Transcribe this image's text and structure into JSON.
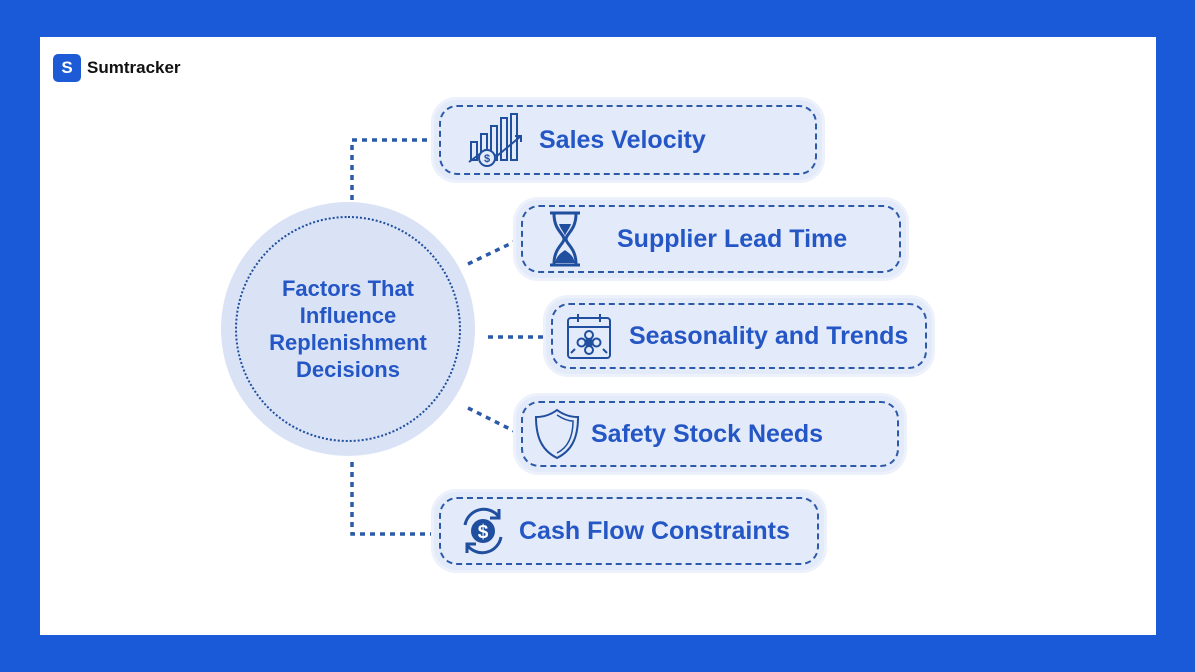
{
  "brand": {
    "name": "Sumtracker",
    "mark": "S"
  },
  "hub": {
    "title": "Factors That Influence Replenishment Decisions"
  },
  "factors": [
    {
      "label": "Sales Velocity",
      "icon": "sales-chart-icon"
    },
    {
      "label": "Supplier Lead Time",
      "icon": "hourglass-icon"
    },
    {
      "label": "Seasonality and Trends",
      "icon": "calendar-flower-icon"
    },
    {
      "label": "Safety Stock Needs",
      "icon": "shield-icon"
    },
    {
      "label": "Cash Flow Constraints",
      "icon": "dollar-cycle-icon"
    }
  ],
  "colors": {
    "frame": "#1a5ad9",
    "text_accent": "#2457c5",
    "pill_fill": "#e3eaf9",
    "dashed_line": "#2c5aa8"
  }
}
